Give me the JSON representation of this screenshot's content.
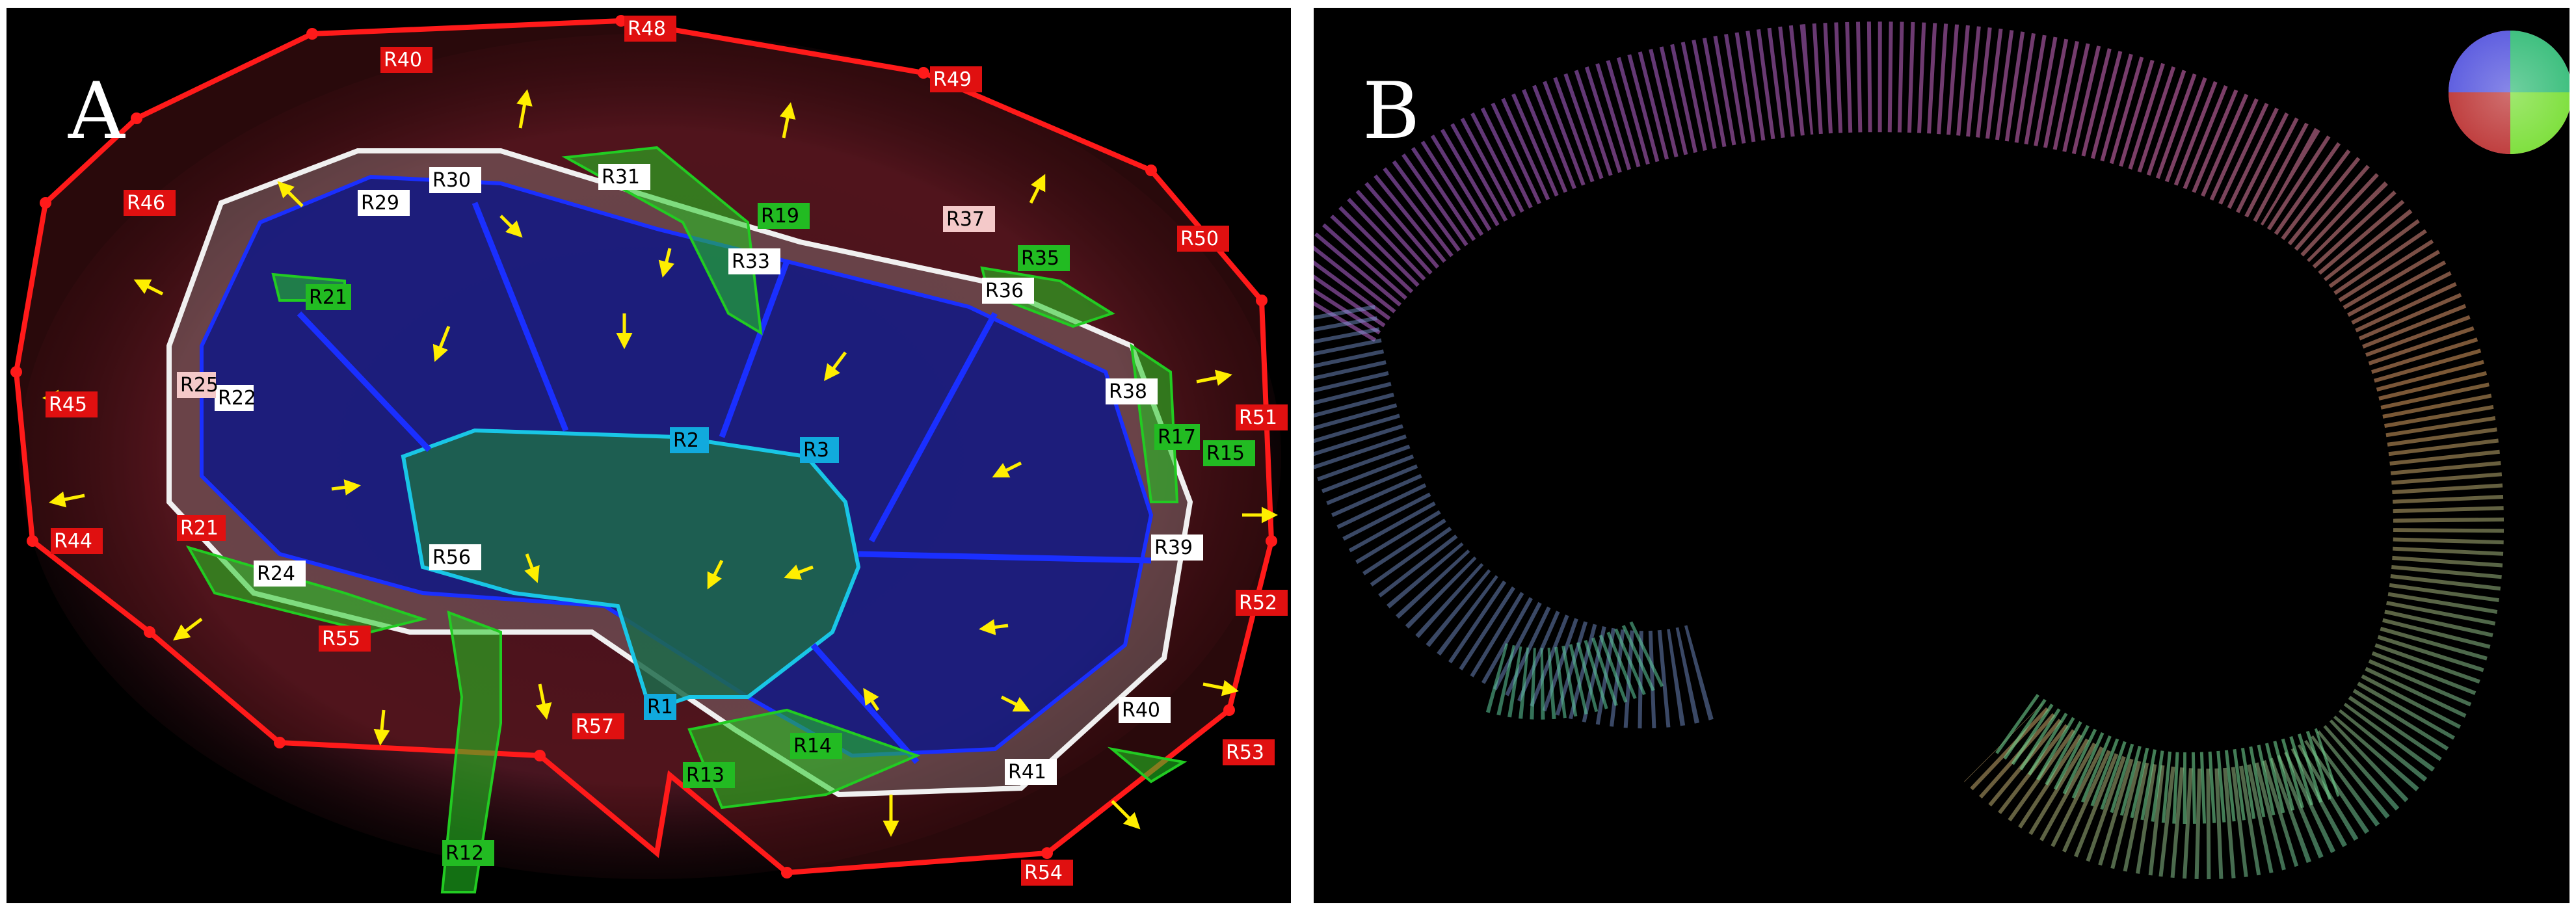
{
  "panels": {
    "A": {
      "letter": "A"
    },
    "B": {
      "letter": "B"
    }
  },
  "colors": {
    "boundary_red": "#ff1a1a",
    "region_white": "#e8e8e8",
    "region_green": "#22cc22",
    "inner_blue": "#1a2fff",
    "core_cyan": "#19c6e6",
    "arrow_yellow": "#ffee00",
    "tag_red": "#e01010",
    "tag_white": "#ffffff",
    "tag_green": "#22bb22",
    "tag_cyan": "#11aadd"
  },
  "icons": {
    "orientation_wheel": "color-wheel-icon",
    "direction_arrow": "arrow-icon"
  },
  "labels": {
    "red": [
      "R40",
      "R48",
      "R49",
      "R46",
      "R50",
      "R45",
      "R51",
      "R44",
      "R52",
      "R55",
      "R57",
      "R53",
      "R54"
    ],
    "white": [
      "R30",
      "R29",
      "R31",
      "R33",
      "R37",
      "R36",
      "R22",
      "R38",
      "R56",
      "R24",
      "R39",
      "R40",
      "R41",
      "R25"
    ],
    "green": [
      "R19",
      "R35",
      "R21",
      "R17",
      "R15",
      "R13",
      "R14",
      "R12"
    ],
    "cyan": [
      "R2",
      "R3",
      "R1"
    ],
    "red_white": [
      "R21",
      "R25"
    ]
  }
}
